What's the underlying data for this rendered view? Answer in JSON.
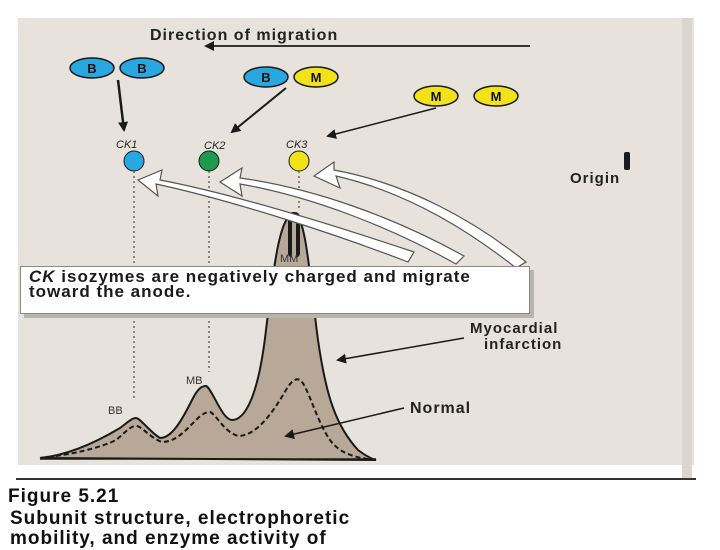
{
  "direction_label": "Direction of migration",
  "subunits": {
    "ck1": [
      "B",
      "B"
    ],
    "ck2": [
      "B",
      "M"
    ],
    "ck3": [
      "M",
      "M"
    ]
  },
  "isozymes": [
    "CK1",
    "CK2",
    "CK3"
  ],
  "origin_label": "Origin",
  "peak_labels": {
    "mm": "MM",
    "mb": "MB",
    "bb": "BB"
  },
  "callout": {
    "prefix": "CK",
    "text": " isozymes are negatively charged and migrate toward the anode."
  },
  "curve_labels": {
    "infarction_line1": "Myocardial",
    "infarction_line2": "infarction",
    "normal": "Normal"
  },
  "caption": {
    "title": "Figure 5.21",
    "line1": "Subunit structure, electrophoretic",
    "line2": "mobility, and enzyme activity of"
  },
  "colors": {
    "b_subunit": "#29a7e0",
    "m_subunit": "#f2e21a",
    "ck2_dot": "#1e9a4e",
    "curve_fill": "#b8a898",
    "panel": "#e7e3dc"
  }
}
